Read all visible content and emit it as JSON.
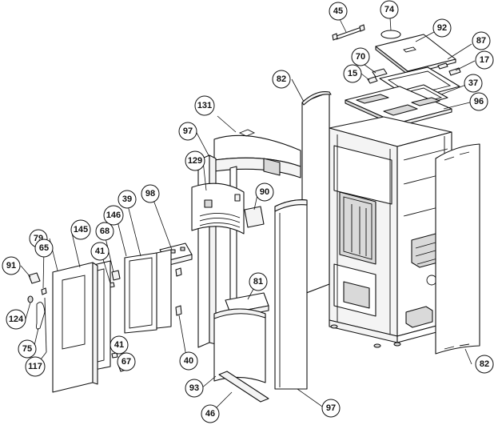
{
  "callouts": [
    {
      "id": "45",
      "label": "45"
    },
    {
      "id": "74",
      "label": "74"
    },
    {
      "id": "92",
      "label": "92"
    },
    {
      "id": "87",
      "label": "87"
    },
    {
      "id": "70",
      "label": "70"
    },
    {
      "id": "17",
      "label": "17"
    },
    {
      "id": "15",
      "label": "15"
    },
    {
      "id": "82a",
      "label": "82"
    },
    {
      "id": "37",
      "label": "37"
    },
    {
      "id": "96",
      "label": "96"
    },
    {
      "id": "131",
      "label": "131"
    },
    {
      "id": "97a",
      "label": "97"
    },
    {
      "id": "129",
      "label": "129"
    },
    {
      "id": "98",
      "label": "98"
    },
    {
      "id": "39",
      "label": "39"
    },
    {
      "id": "146",
      "label": "146"
    },
    {
      "id": "90",
      "label": "90"
    },
    {
      "id": "79",
      "label": "79"
    },
    {
      "id": "145",
      "label": "145"
    },
    {
      "id": "68",
      "label": "68"
    },
    {
      "id": "65",
      "label": "65"
    },
    {
      "id": "41a",
      "label": "41"
    },
    {
      "id": "91",
      "label": "91"
    },
    {
      "id": "81",
      "label": "81"
    },
    {
      "id": "124",
      "label": "124"
    },
    {
      "id": "75",
      "label": "75"
    },
    {
      "id": "41b",
      "label": "41"
    },
    {
      "id": "40",
      "label": "40"
    },
    {
      "id": "117",
      "label": "117"
    },
    {
      "id": "67",
      "label": "67"
    },
    {
      "id": "82b",
      "label": "82"
    },
    {
      "id": "93",
      "label": "93"
    },
    {
      "id": "97b",
      "label": "97"
    },
    {
      "id": "46",
      "label": "46"
    }
  ]
}
